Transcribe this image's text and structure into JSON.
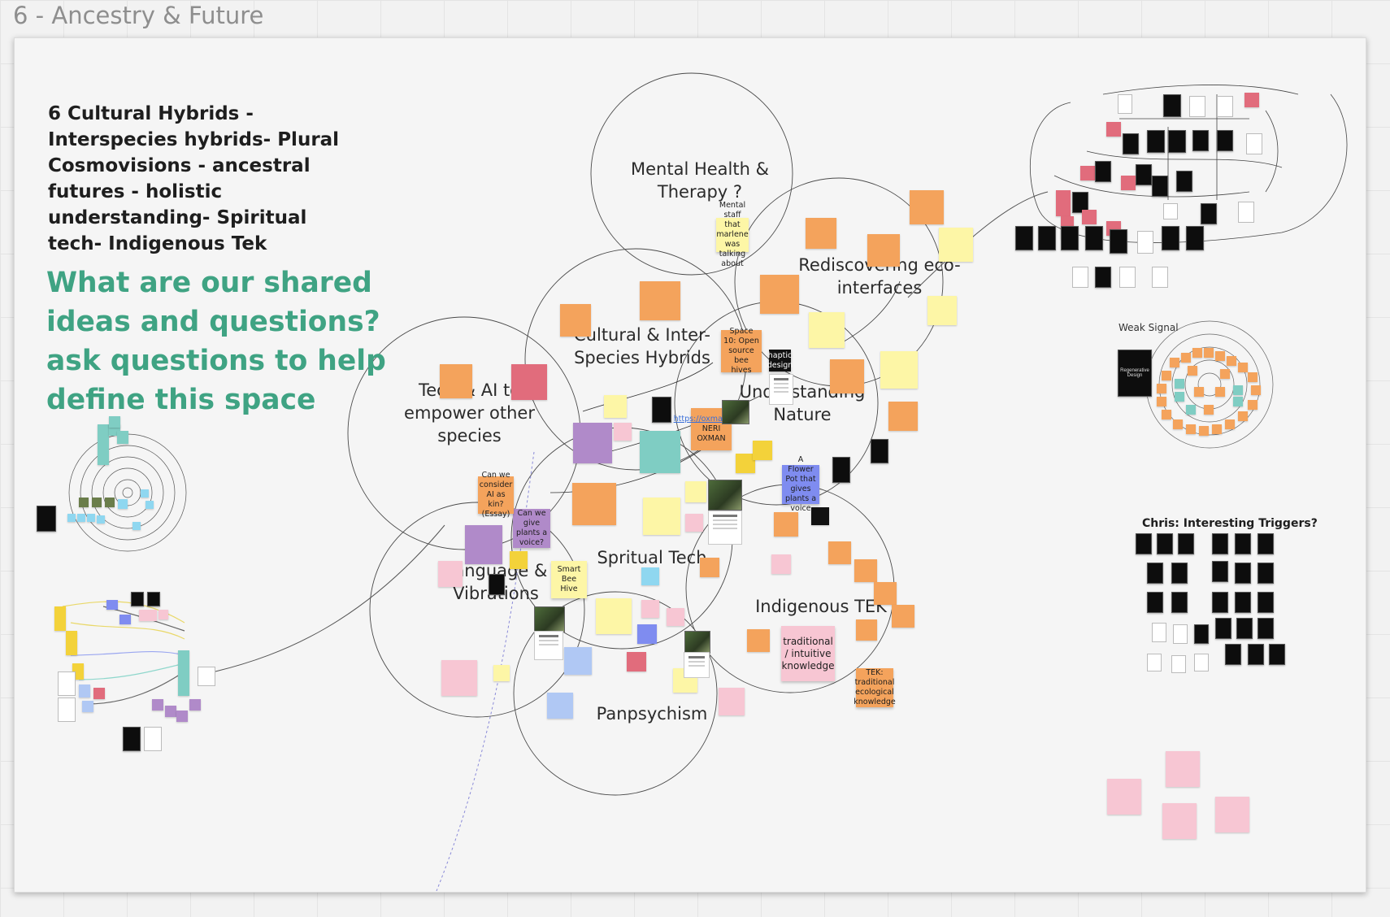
{
  "board": {
    "frame_title": "6 - Ancestry & Future",
    "heading": "6 Cultural Hybrids - Interspecies hybrids- Plural Cosmovisions - ancestral futures - holistic understanding- Spiritual tech- Indigenous Tek",
    "question": "What are our shared ideas and questions? ask questions to help define this space"
  },
  "circles": {
    "mental_health": "Mental Health & Therapy ?",
    "eco_interfaces": "Rediscovering eco-interfaces",
    "cultural_hybrids": "Cultural & Inter-Species Hybrids",
    "tech_ai": "Tech & AI to empower other species",
    "understanding_nature": "Understanding Nature",
    "spiritual_tech": "Spritual Tech",
    "language": "Language & Vibrations",
    "indigenous_tek": "Indigenous TEK",
    "panpsychism": "Panpsychism"
  },
  "notes": {
    "space10": "Space 10: Open source bee hives",
    "neri_link": "https://oxman.com/",
    "neri_name": "NERI OXMAN",
    "plants_voice": "Can we give plants a voice?",
    "flower_pot": "A Flower Pot that gives plants a voice",
    "smart_bee": "Smart Bee Hive",
    "traditional": "traditional / intuitive knowledge",
    "tek": "TEK: traditional ecological knowledge",
    "ai_kin": "Can we consider AI as kin? (Essay)",
    "haptic": "haptic design",
    "mental_staff": "Mental staff that marlene was talking about"
  },
  "side": {
    "weak_signal": "Weak Signal",
    "chris_title": "Chris: Interesting Triggers?",
    "weak_card": "Regenerative Design"
  },
  "colors": {
    "accent_green": "#3fa383",
    "orange": "#f4a35c",
    "yellow": "#fdf6a6",
    "pink": "#f7c6d3",
    "purple": "#b08ac9",
    "teal": "#7fcdc3",
    "blue": "#7f8cf0",
    "red": "#e16c7c"
  }
}
